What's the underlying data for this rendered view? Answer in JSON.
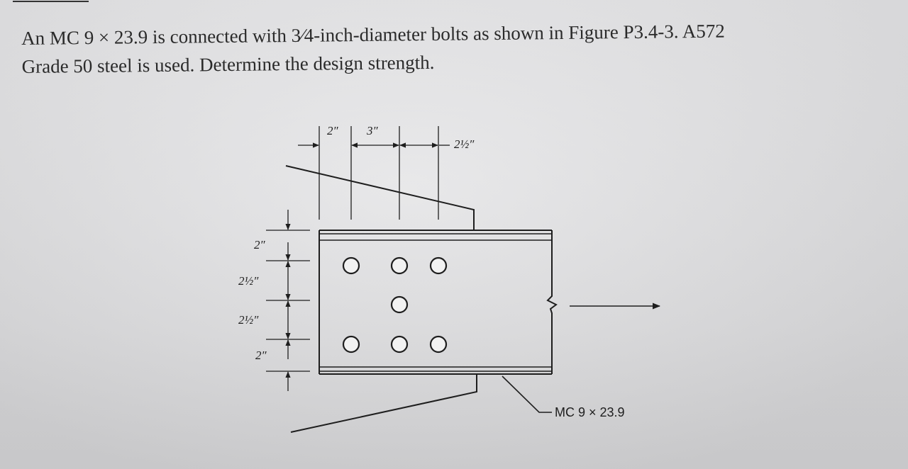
{
  "problem": {
    "line1": "An MC 9 × 23.9 is connected with 3⁄4-inch-diameter bolts as shown in Figure P3.4-3. A572",
    "line2": "Grade 50 steel is used. Determine the design strength."
  },
  "figure": {
    "horizontal_dims": [
      "2″",
      "3″",
      "2½″"
    ],
    "vertical_dims": [
      "2″",
      "2½″",
      "2½″",
      "2″"
    ],
    "section_label": "MC 9 × 23.9",
    "bolt_count": 7
  }
}
